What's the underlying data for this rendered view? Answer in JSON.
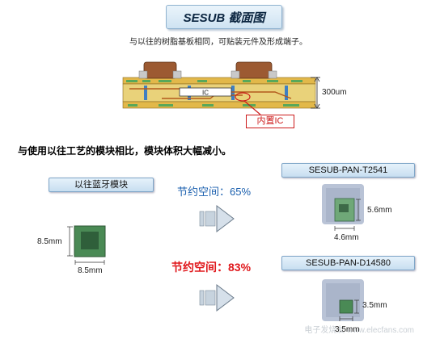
{
  "header": {
    "title": "SESUB 截面图",
    "subtitle": "与以往的树脂基板相同，可贴装元件及形成端子。"
  },
  "cross_section": {
    "ic_label": "IC",
    "thickness_label": "300um",
    "callout_label": "内置IC"
  },
  "comparison": {
    "heading": "与使用以往工艺的模块相比，模块体积大幅减小。",
    "old_module": {
      "tag": "以往蓝牙模块",
      "height_label": "8.5mm",
      "width_label": "8.5mm"
    },
    "arrow1_label": "节约空间：65%",
    "arrow2_label": "节约空间：83%",
    "new_module_1": {
      "tag": "SESUB-PAN-T2541",
      "height_label": "5.6mm",
      "width_label": "4.6mm"
    },
    "new_module_2": {
      "tag": "SESUB-PAN-D14580",
      "height_label": "3.5mm",
      "width_label": "3.5mm"
    }
  },
  "watermark": {
    "text": "电子发烧友 www.elecfans.com"
  },
  "colors": {
    "accent_blue": "#1a5fae",
    "accent_red": "#e0181c",
    "tag_fill": "#cfe3f2",
    "board_green": "#58a85a"
  }
}
